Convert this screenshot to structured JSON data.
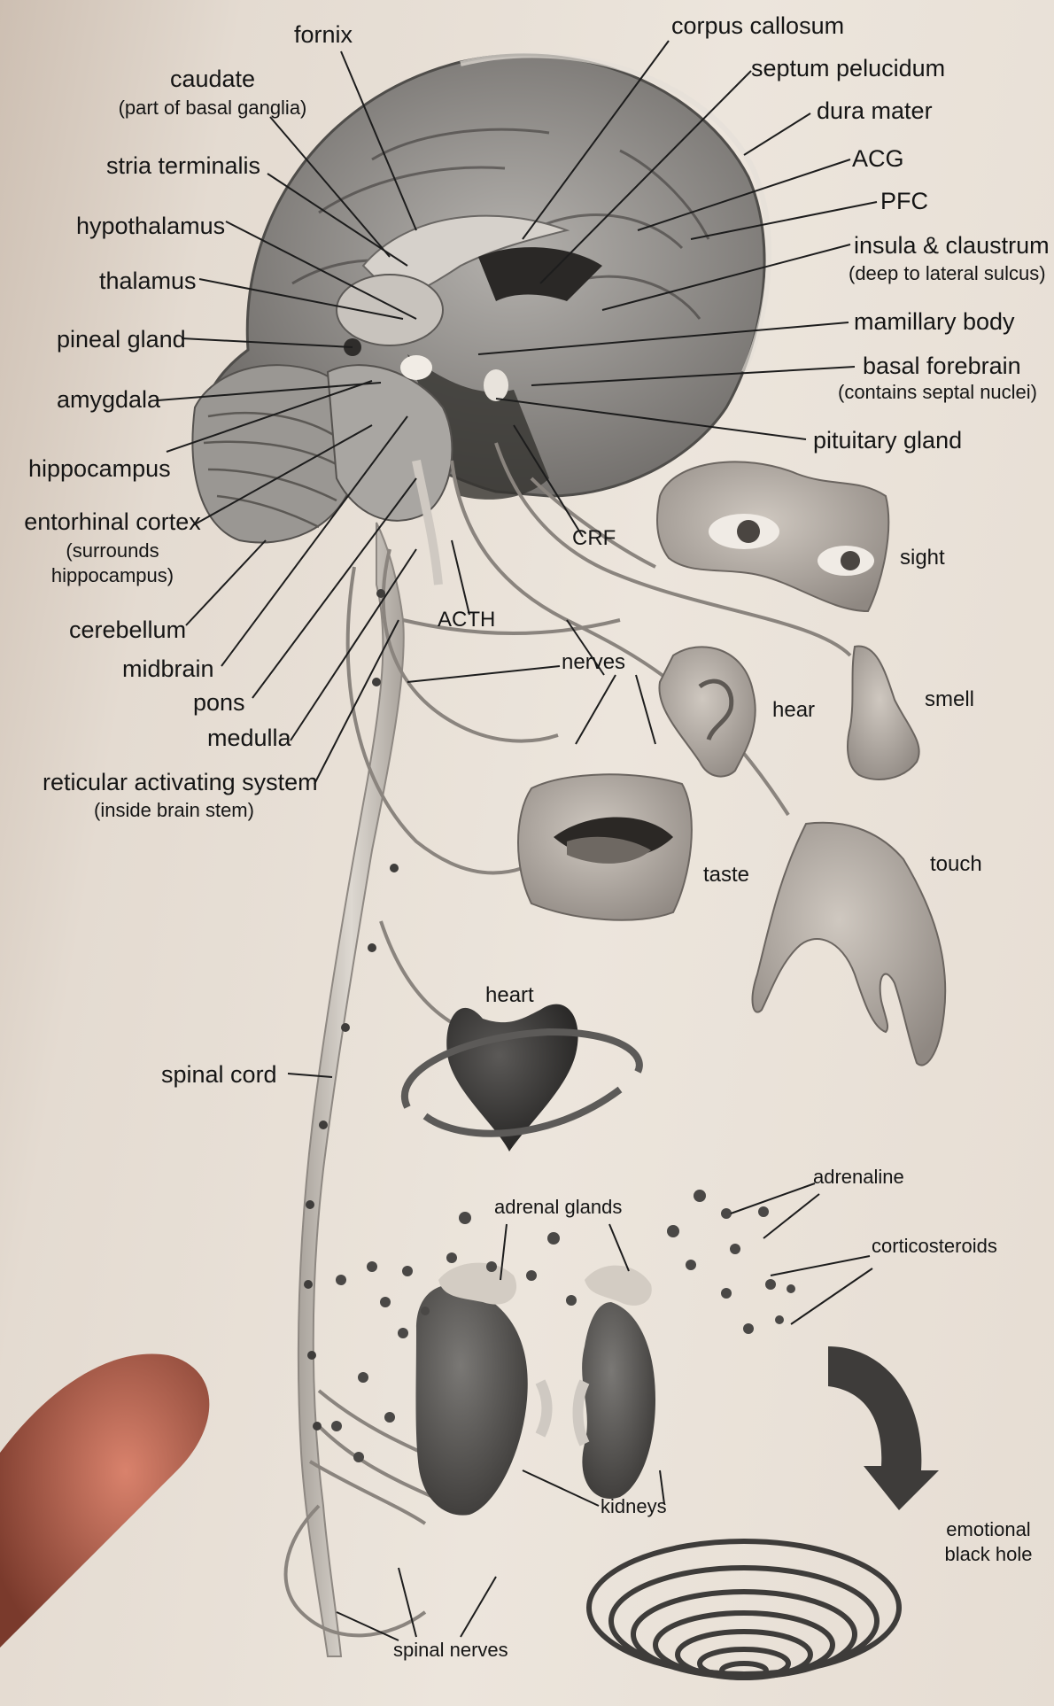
{
  "labels": {
    "fornix": "fornix",
    "corpus_callosum": "corpus callosum",
    "septum_pelucidum": "septum pelucidum",
    "caudate": "caudate",
    "caudate_note": "(part of basal ganglia)",
    "dura_mater": "dura mater",
    "stria_terminalis": "stria terminalis",
    "acg": "ACG",
    "hypothalamus": "hypothalamus",
    "pfc": "PFC",
    "insula": "insula & claustrum",
    "insula_note": "(deep to lateral sulcus)",
    "thalamus": "thalamus",
    "mamillary_body": "mamillary body",
    "pineal_gland": "pineal gland",
    "basal_forebrain": "basal forebrain",
    "basal_forebrain_note": "(contains septal nuclei)",
    "amygdala": "amygdala",
    "pituitary_gland": "pituitary gland",
    "hippocampus": "hippocampus",
    "entorhinal_cortex": "entorhinal cortex",
    "entorhinal_note_1": "(surrounds",
    "entorhinal_note_2": "hippocampus)",
    "crf": "CRF",
    "sight": "sight",
    "cerebellum": "cerebellum",
    "acth": "ACTH",
    "midbrain": "midbrain",
    "nerves": "nerves",
    "pons": "pons",
    "hear": "hear",
    "smell": "smell",
    "medulla": "medulla",
    "ras": "reticular activating system",
    "ras_note": "(inside brain stem)",
    "taste": "taste",
    "touch": "touch",
    "heart": "heart",
    "spinal_cord": "spinal cord",
    "adrenaline": "adrenaline",
    "adrenal_glands": "adrenal glands",
    "corticosteroids": "corticosteroids",
    "kidneys": "kidneys",
    "emotional": "emotional",
    "black_hole": "black hole",
    "spinal_nerves": "spinal nerves"
  },
  "colors": {
    "paper": "#ebe4da",
    "ink": "#151515",
    "brain_gray": "#8d8b88",
    "cord": "#c9c3bb",
    "organ_dark": "#4a4846",
    "skin": "#b7aea6"
  }
}
